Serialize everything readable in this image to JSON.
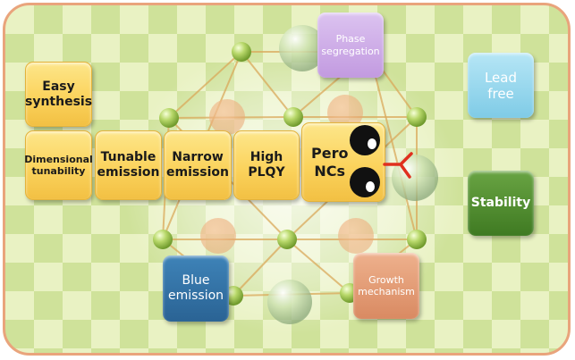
{
  "tiles": {
    "easy_synthesis": {
      "line1": "Easy",
      "line2": "synthesis"
    },
    "dimensional_tunability": {
      "line1": "Dimensional",
      "line2": "tunability"
    },
    "tunable_emission": {
      "line1": "Tunable",
      "line2": "emission"
    },
    "narrow_emission": {
      "line1": "Narrow",
      "line2": "emission"
    },
    "high_plqy": {
      "line1": "High",
      "line2": "PLQY"
    },
    "pero_ncs": {
      "line1": "Pero",
      "line2": "NCs"
    },
    "phase_segregation": {
      "line1": "Phase",
      "line2": "segregation"
    },
    "lead_free": {
      "line1": "Lead",
      "line2": "free"
    },
    "stability": {
      "line1": "Stability"
    },
    "blue_emission": {
      "line1": "Blue",
      "line2": "emission"
    },
    "growth_mechanism": {
      "line1": "Growth",
      "line2": "mechanism"
    }
  },
  "colors": {
    "border": "#e9a47c",
    "check_light": "#e9f2c3",
    "check_dark": "#cfe29a",
    "yellow_tile": "#fbd35d",
    "phase_segregation": "#c7a1e0",
    "lead_free": "#8fd3ea",
    "stability": "#4f8a2e",
    "blue_emission": "#2f6fa3",
    "growth_mechanism": "#e19a73",
    "mouth": "#e0301e"
  }
}
